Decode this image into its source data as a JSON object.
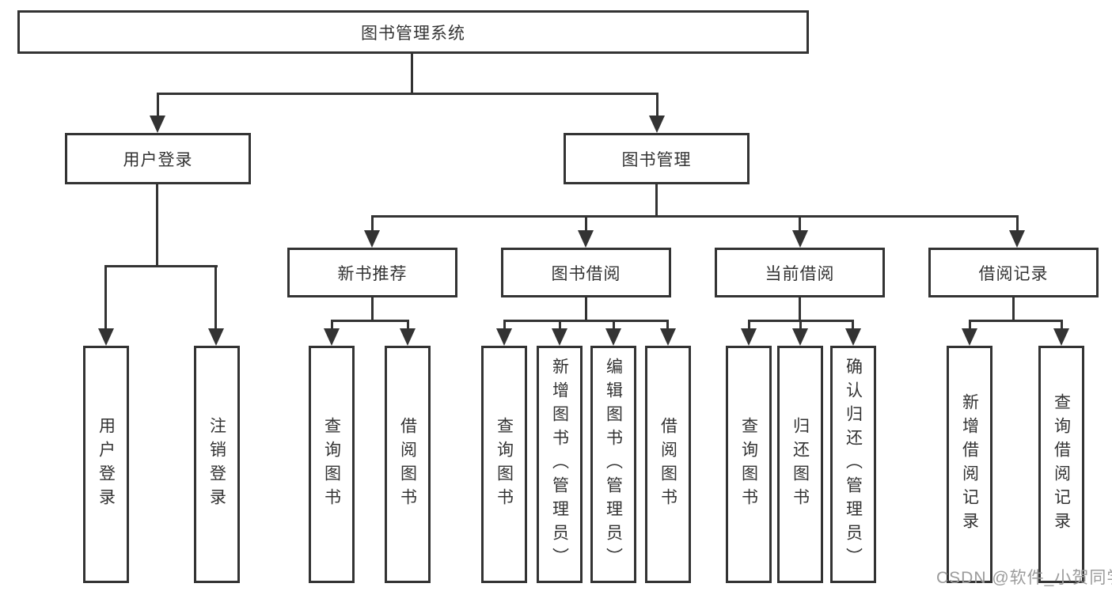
{
  "title": "图书管理系统",
  "watermark": "CSDN @软件_小贺同学",
  "colors": {
    "line": "#333333",
    "text": "#333333",
    "watermark": "#9b9b9b",
    "background": "#ffffff"
  },
  "nodes": {
    "root": {
      "label": "图书管理系统"
    },
    "user_login": {
      "label": "用户登录"
    },
    "book_mgmt": {
      "label": "图书管理"
    },
    "new_books": {
      "label": "新书推荐"
    },
    "book_borrow": {
      "label": "图书借阅"
    },
    "current_borrow": {
      "label": "当前借阅"
    },
    "borrow_records": {
      "label": "借阅记录"
    },
    "leaf_user_login": {
      "label": "用户登录"
    },
    "leaf_logout": {
      "label": "注销登录"
    },
    "nb_query_books": {
      "label": "查询图书"
    },
    "nb_borrow_books": {
      "label": "借阅图书"
    },
    "bb_query_books": {
      "label": "查询图书"
    },
    "bb_add_books": {
      "label": "新增图书（管理员）"
    },
    "bb_edit_books": {
      "label": "编辑图书（管理员）"
    },
    "bb_borrow_books": {
      "label": "借阅图书"
    },
    "cb_query_books": {
      "label": "查询图书"
    },
    "cb_return_books": {
      "label": "归还图书"
    },
    "cb_confirm_return": {
      "label": "确认归还（管理员）"
    },
    "br_add_record": {
      "label": "新增借阅记录"
    },
    "br_query_record": {
      "label": "查询借阅记录"
    }
  },
  "hierarchy": {
    "root": [
      "user_login",
      "book_mgmt"
    ],
    "user_login": [
      "leaf_user_login",
      "leaf_logout"
    ],
    "book_mgmt": [
      "new_books",
      "book_borrow",
      "current_borrow",
      "borrow_records"
    ],
    "new_books": [
      "nb_query_books",
      "nb_borrow_books"
    ],
    "book_borrow": [
      "bb_query_books",
      "bb_add_books",
      "bb_edit_books",
      "bb_borrow_books"
    ],
    "current_borrow": [
      "cb_query_books",
      "cb_return_books",
      "cb_confirm_return"
    ],
    "borrow_records": [
      "br_add_record",
      "br_query_record"
    ]
  }
}
